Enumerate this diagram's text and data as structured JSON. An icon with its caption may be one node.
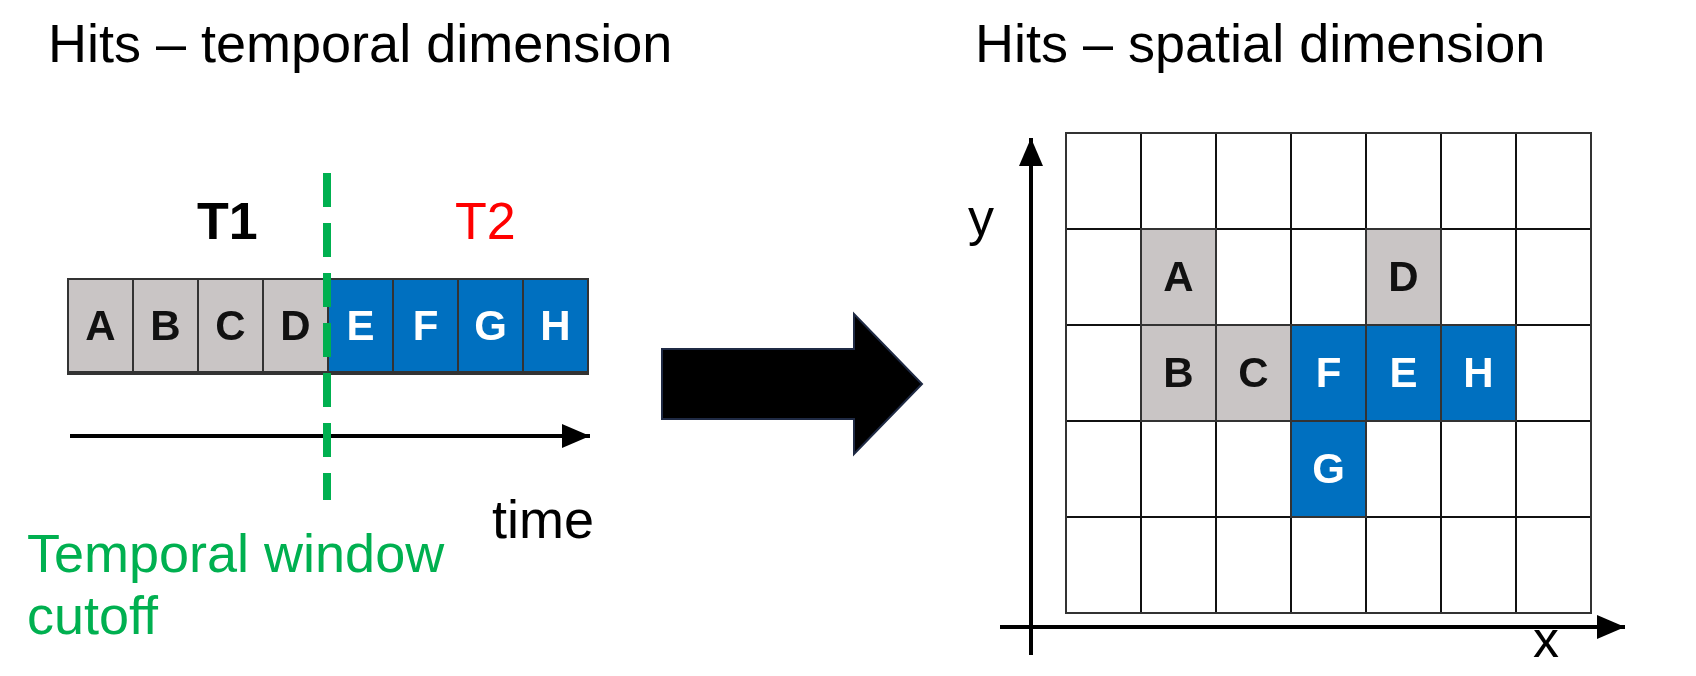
{
  "diagram": {
    "nodes": [
      {
        "text": [],
        "shape": "box"
      },
      {
        "text": [
          "A"
        ],
        "in": 0
      },
      {
        "text": [
          "B"
        ],
        "in": 0
      },
      {
        "text": [
          "C"
        ],
        "in": 0
      },
      {
        "text": [
          "D"
        ],
        "in": 0
      },
      {
        "text": [
          "E"
        ],
        "in": 0
      },
      {
        "text": [
          "F"
        ],
        "in": 0
      },
      {
        "text": [
          "G"
        ],
        "in": 0
      },
      {
        "text": [
          "H"
        ],
        "in": 0
      },
      {
        "text": [],
        "shape": "box"
      },
      {
        "text": [
          "A"
        ],
        "in": 9
      },
      {
        "text": [
          "D"
        ],
        "in": 9
      },
      {
        "text": [
          "B"
        ],
        "in": 9
      },
      {
        "text": [
          "C"
        ],
        "in": 9
      },
      {
        "text": [
          "F"
        ],
        "in": 9
      },
      {
        "text": [
          "E"
        ],
        "in": 9
      },
      {
        "text": [
          "H"
        ],
        "in": 9
      },
      {
        "text": [
          "G"
        ],
        "in": 9
      }
    ],
    "edges": [
      {
        "from": 0,
        "to": 9,
        "arrow": "to",
        "style": "thick"
      }
    ],
    "labels": [
      "Hits – temporal dimension",
      "Hits – spatial dimension",
      "T1",
      "T2",
      "y",
      "time",
      "Temporal window cutoff",
      "x"
    ]
  }
}
